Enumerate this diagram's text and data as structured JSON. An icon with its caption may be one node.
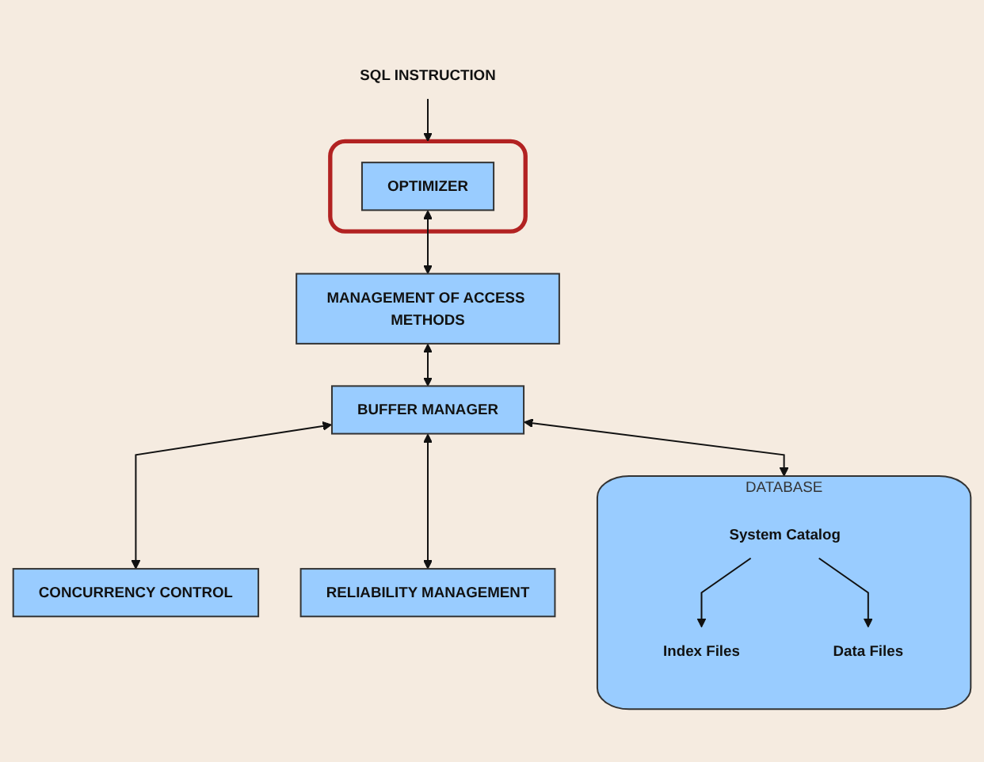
{
  "diagram": {
    "nodes": [
      {
        "text": [
          "SQL INSTRUCTION"
        ]
      },
      {
        "text": [],
        "shape": "box"
      },
      {
        "text": [
          "OPTIMIZER"
        ],
        "in": 1
      },
      {
        "text": [
          "MANAGEMENT OF ACCESS METHODS"
        ]
      },
      {
        "text": [
          "BUFFER MANAGER"
        ]
      },
      {
        "text": [
          "CONCURRENCY CONTROL"
        ]
      },
      {
        "text": [
          "RELIABILITY MANAGEMENT"
        ]
      },
      {
        "text": [
          "DATABASE"
        ]
      },
      {
        "text": [
          "Index Files"
        ],
        "in": 7
      },
      {
        "text": [
          "Data Files"
        ],
        "in": 7
      },
      {
        "text": [
          "System Catalog"
        ],
        "in": 7
      }
    ],
    "edges": [
      {
        "from": 0,
        "to": 1,
        "arrow": "to"
      },
      {
        "from": 2,
        "to": 3,
        "arrow": "both"
      },
      {
        "from": 3,
        "to": 4,
        "arrow": "both"
      },
      {
        "from": 4,
        "to": 5,
        "arrow": "both"
      },
      {
        "from": 4,
        "to": 6,
        "arrow": "both"
      },
      {
        "from": 4,
        "to": 7,
        "arrow": "both"
      },
      {
        "from": 10,
        "to": 8,
        "arrow": "to"
      },
      {
        "from": 10,
        "to": 9,
        "arrow": "to"
      }
    ]
  }
}
